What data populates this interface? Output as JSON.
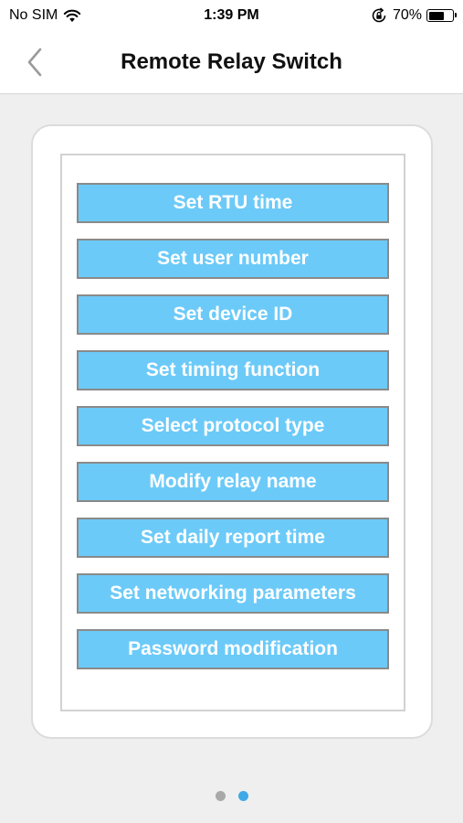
{
  "status_bar": {
    "carrier": "No SIM",
    "time": "1:39 PM",
    "battery_percent": "70%",
    "battery_level": 0.7,
    "icons": [
      "wifi-icon",
      "rotation-lock-icon",
      "battery-icon"
    ]
  },
  "nav": {
    "title": "Remote Relay Switch",
    "back_icon": "chevron-left-icon"
  },
  "menu": {
    "items": [
      "Set RTU time",
      "Set user number",
      "Set device ID",
      "Set timing function",
      "Select protocol type",
      "Modify relay name",
      "Set daily report time",
      "Set networking parameters",
      "Password modification"
    ]
  },
  "pager": {
    "page_count": 2,
    "current_page": 2
  },
  "colors": {
    "button_fill": "#6ccaf8",
    "button_border": "#8a8a8a",
    "button_text": "#ffffff",
    "background": "#efefef",
    "dot_active": "#3fa9e6",
    "dot_inactive": "#a8a8a8"
  }
}
